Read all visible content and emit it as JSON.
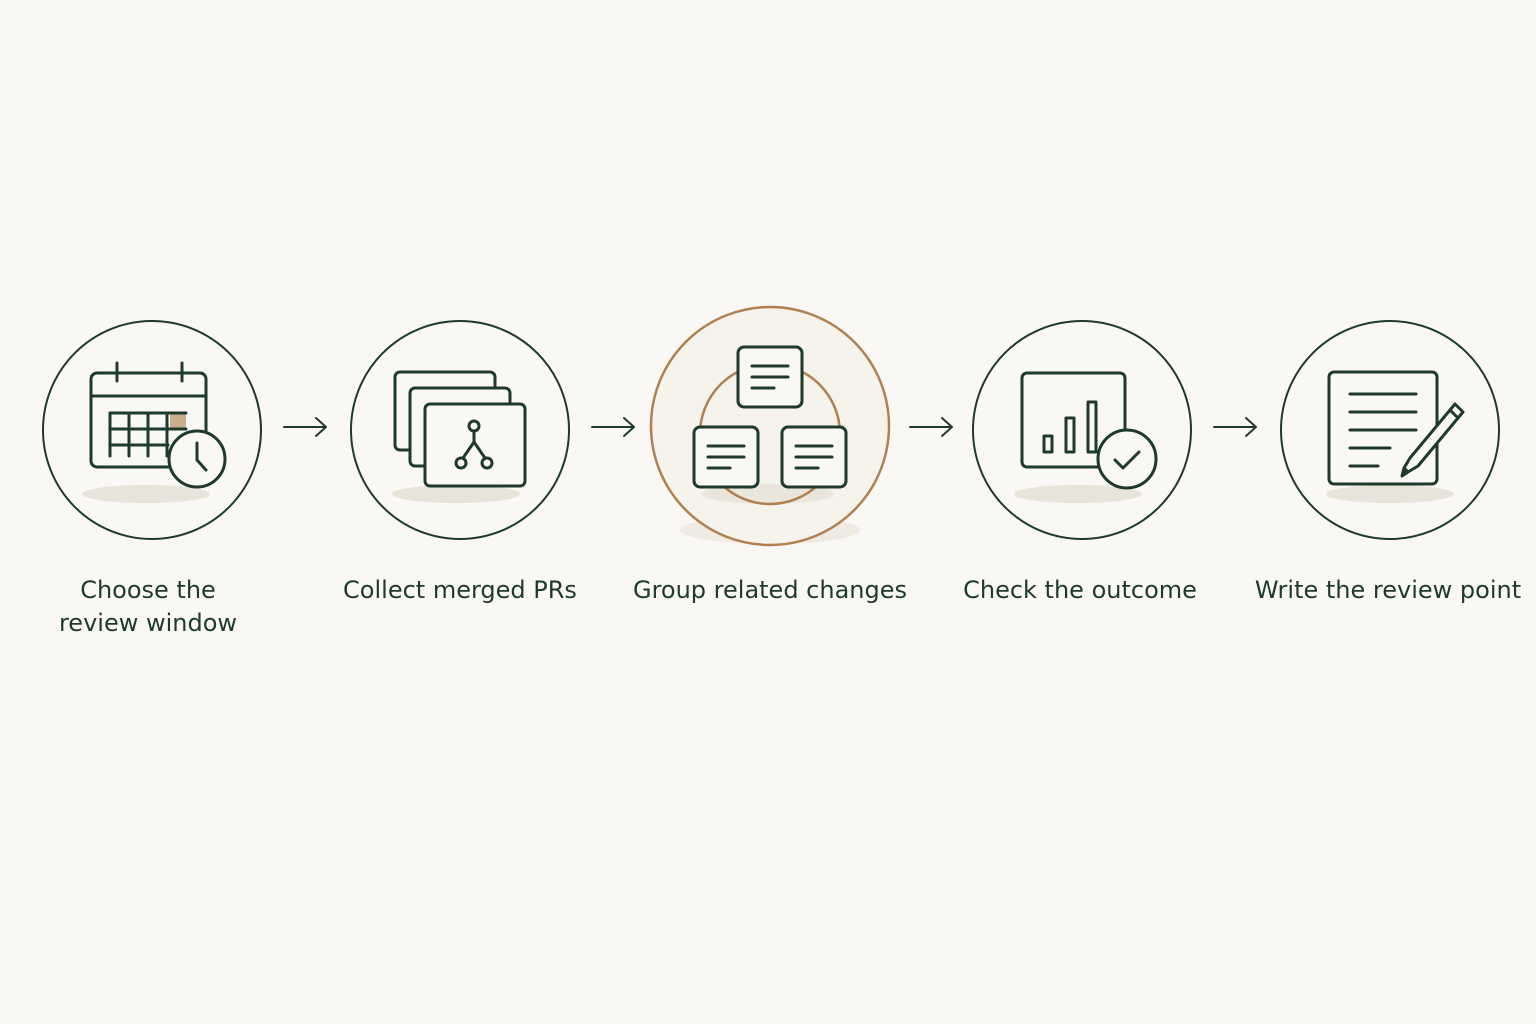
{
  "steps": [
    {
      "label_line1": "Choose the",
      "label_line2": "review window",
      "icon": "calendar-clock-icon"
    },
    {
      "label": "Collect merged PRs",
      "icon": "stacked-pr-cards-icon"
    },
    {
      "label": "Group related changes",
      "icon": "grouped-documents-icon"
    },
    {
      "label": "Check the outcome",
      "icon": "bar-chart-check-icon"
    },
    {
      "label": "Write the review point",
      "icon": "document-pencil-icon"
    }
  ],
  "highlighted_step": 3,
  "colors": {
    "background": "#faf8f4",
    "stroke": "#1e3a2c",
    "accent": "#b08050",
    "accent_fill": "#c9ad8c",
    "shadow": "#e9e4da"
  }
}
